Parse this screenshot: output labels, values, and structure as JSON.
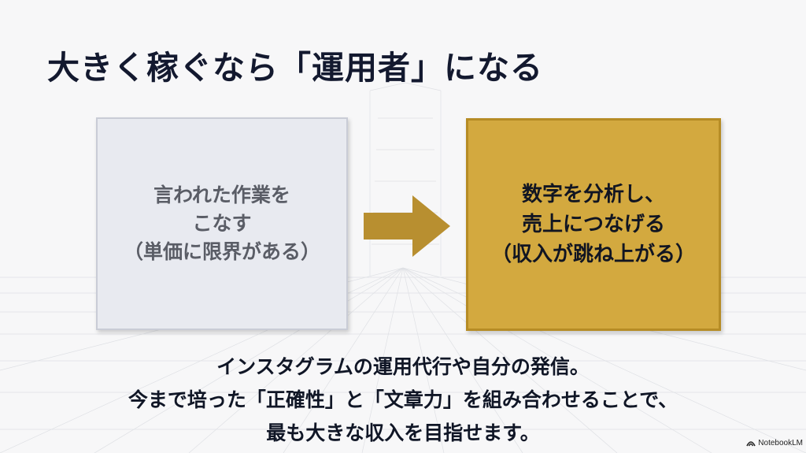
{
  "slide": {
    "title": "大きく稼ぐなら「運用者」になる",
    "left_card": {
      "text": "言われた作業を\nこなす\n（単価に限界がある）"
    },
    "right_card": {
      "text": "数字を分析し、\n売上につなげる\n（収入が跳ね上がる）"
    },
    "bottom_text": "インスタグラムの運用代行や自分の発信。\n今まで培った「正確性」と「文章力」を組み合わせることで、\n最も大きな収入を目指せます。",
    "colors": {
      "left_card": "#e8eaf0",
      "right_card": "#d3a93f",
      "arrow": "#b88f30",
      "title": "#13192f"
    },
    "icons": {
      "arrow": "right-arrow-icon",
      "watermark": "notebooklm-logo-icon"
    }
  },
  "watermark": {
    "label": "NotebookLM"
  }
}
